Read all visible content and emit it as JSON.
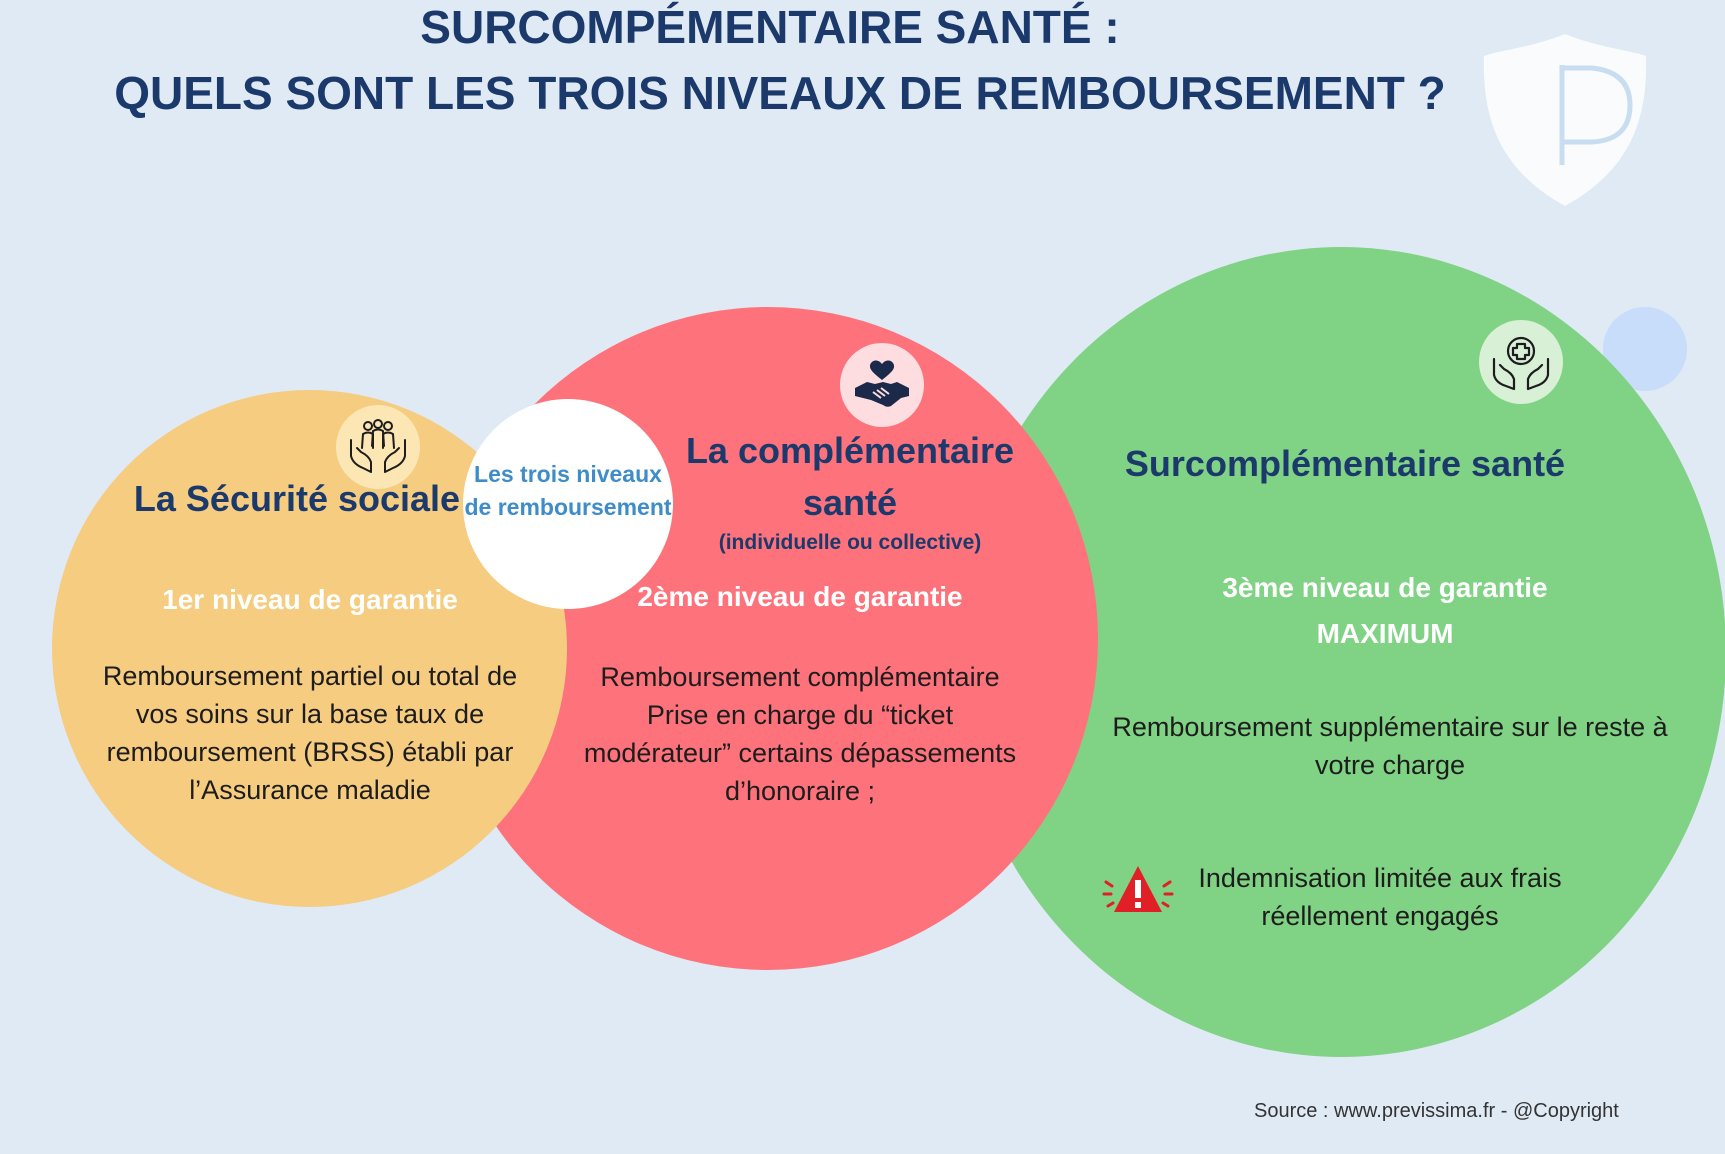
{
  "title": {
    "line1": "SURCOMPÉMENTAIRE SANTÉ :",
    "line2": "QUELS SONT LES TROIS NIVEAUX DE REMBOURSEMENT  ?"
  },
  "center_label": "Les trois niveaux de remboursement",
  "levels": [
    {
      "heading": "La Sécurité sociale",
      "level": "1er niveau de garantie",
      "body": "Remboursement partiel ou total de vos soins sur la base taux de remboursement (BRSS) établi par l’Assurance maladie",
      "icon": "people-in-hands-icon",
      "color": "#f5cc80"
    },
    {
      "heading": "La complémentaire santé",
      "subheading": "(individuelle ou collective)",
      "level": "2ème niveau de garantie",
      "body": "Remboursement complémentaire Prise en charge  du “ticket modérateur” certains dépassements d’honoraire ;",
      "icon": "handshake-heart-icon",
      "color": "#fd727b"
    },
    {
      "heading": "Surcomplémentaire santé",
      "level": "3ème niveau de garantie",
      "level_emphasis": "MAXIMUM",
      "body": "Remboursement supplémentaire sur le reste à votre charge",
      "warning": "Indemnisation limitée aux frais réellement engagés",
      "icon": "medical-cross-hands-icon",
      "warning_icon": "warning-triangle-icon",
      "color": "#80d284"
    }
  ],
  "source": "Source : www.previssima.fr - @Copyright",
  "colors": {
    "background": "#dfeaf5",
    "title": "#1b3a6b",
    "center_label": "#3e8cc8"
  }
}
